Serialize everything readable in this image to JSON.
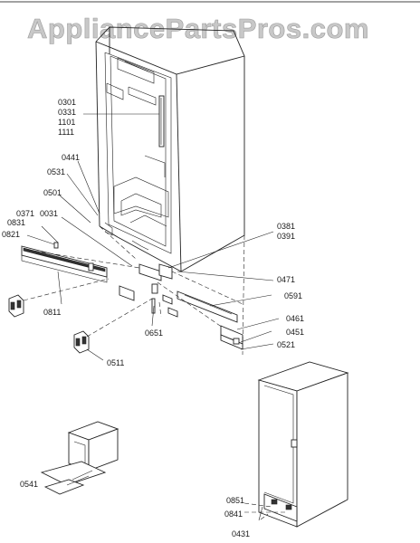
{
  "watermark": {
    "text": "AppliancePartsPros.com"
  },
  "labels": {
    "p0301": "0301",
    "p0331": "0331",
    "p1101": "1101",
    "p1111": "1111",
    "p0441": "0441",
    "p0531": "0531",
    "p0501": "0501",
    "p0371": "0371",
    "p0031": "0031",
    "p0831": "0831",
    "p0821": "0821",
    "p0381": "0381",
    "p0391": "0391",
    "p0471": "0471",
    "p0591": "0591",
    "p0811": "0811",
    "p0651": "0651",
    "p0461": "0461",
    "p0451": "0451",
    "p0521": "0521",
    "p0511": "0511",
    "p0541": "0541",
    "p0851": "0851",
    "p0841": "0841",
    "p0431": "0431"
  }
}
